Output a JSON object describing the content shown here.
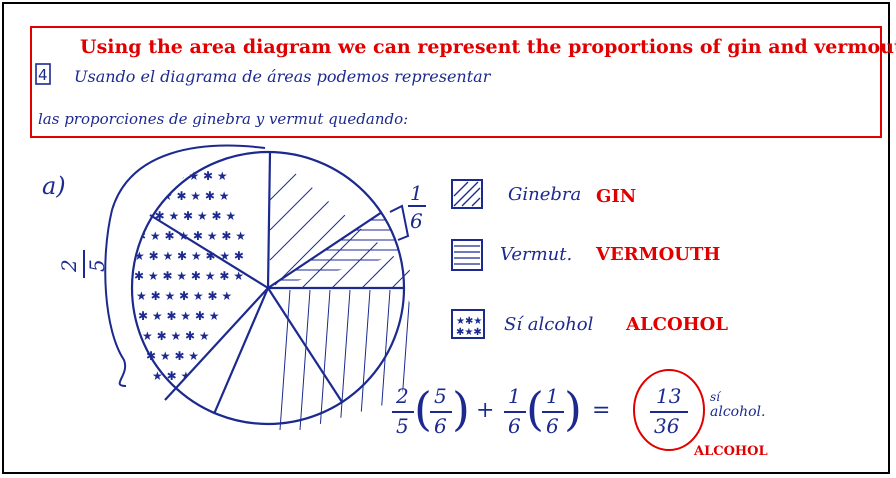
{
  "header": {
    "title": "Using the area diagram we can represent the proportions of gin and vermouth:",
    "problem_number": "4",
    "handwriting_line1": "Usando el diagrama de áreas podemos representar",
    "handwriting_line2": "las proporciones de ginebra y vermut quedando:"
  },
  "part_label": "a)",
  "fractions": {
    "left_numerator": "2",
    "left_denominator": "5",
    "right_numerator": "1",
    "right_denominator": "6"
  },
  "legend": {
    "items": [
      {
        "handwritten": "Ginebra",
        "label": "GIN"
      },
      {
        "handwritten": "Vermut.",
        "label": "VERMOUTH"
      },
      {
        "handwritten": "Sí alcohol",
        "label": "ALCOHOL"
      }
    ]
  },
  "equation": {
    "a_num": "2",
    "a_den": "5",
    "b_num": "5",
    "b_den": "6",
    "c_num": "1",
    "c_den": "6",
    "d_num": "1",
    "d_den": "6",
    "plus": "+",
    "equals": "=",
    "result_num": "13",
    "result_den": "36",
    "note_line1": "sí",
    "note_line2": "alcohol.",
    "red_label": "ALCOHOL"
  },
  "colors": {
    "ink": "#1c2a8f",
    "annotation_red": "#e00000"
  }
}
